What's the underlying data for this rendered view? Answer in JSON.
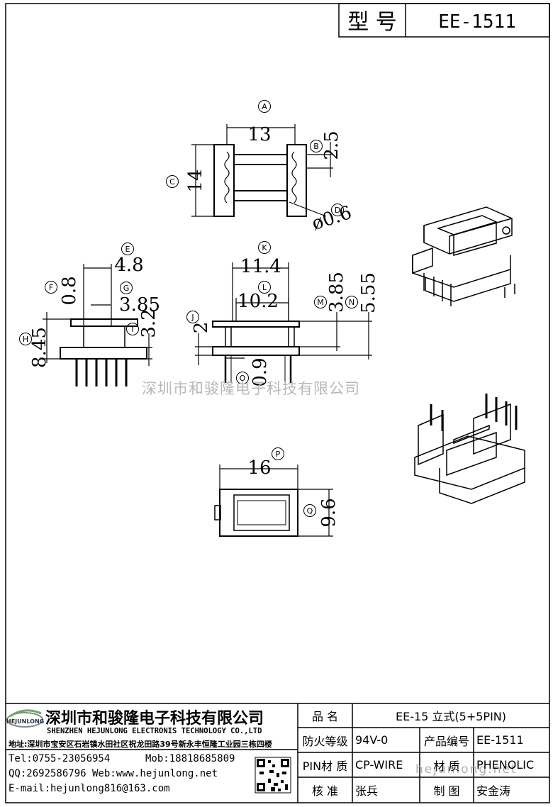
{
  "model_box": {
    "label": "型 号",
    "value": "EE-1511"
  },
  "watermark": "深圳市和骏隆电子科技有限公司",
  "watermark_bottom": "hejunlong.net",
  "dimensions": [
    {
      "id": "A",
      "value": "13"
    },
    {
      "id": "B",
      "value": "2.5"
    },
    {
      "id": "C",
      "value": "14"
    },
    {
      "id": "D",
      "value": "ø0.6"
    },
    {
      "id": "E",
      "value": "4.8"
    },
    {
      "id": "F",
      "value": "0.8"
    },
    {
      "id": "G",
      "value": "3.85"
    },
    {
      "id": "H",
      "value": "8.45"
    },
    {
      "id": "I",
      "value": "3.2"
    },
    {
      "id": "J",
      "value": "2"
    },
    {
      "id": "K",
      "value": "11.4"
    },
    {
      "id": "L",
      "value": "10.2"
    },
    {
      "id": "M",
      "value": "3.85"
    },
    {
      "id": "N",
      "value": "5.55"
    },
    {
      "id": "O",
      "value": "0.9"
    },
    {
      "id": "P",
      "value": "16"
    },
    {
      "id": "Q",
      "value": "9.6"
    }
  ],
  "company": {
    "name_cn": "深圳市和骏隆电子科技有限公司",
    "name_en": "SHENZHEN HEJUNLONG ELECTRONIS TECHNOLOGY CO.,LTD",
    "address": "地址:深圳市宝安区石岩镇水田社区祝龙田路39号新永丰恒隆工业园三栋四楼",
    "tel": "Tel:0755-23056954",
    "mob": "Mob:18818685809",
    "qq_web": "QQ:2692586796 Web:www.hejunlong.net",
    "email": "E-mail:hejunlong816@163.com",
    "logo_text": "HEJUNLONG"
  },
  "spec_table": {
    "product_name_label": "品 名",
    "product_name_value": "EE-15 立式(5+5PIN)",
    "fire_rating_label": "防火等级",
    "fire_rating_value": "94V-0",
    "product_code_label": "产品编号",
    "product_code_value": "EE-1511",
    "pin_material_label": "PIN材 质",
    "pin_material_value": "CP-WIRE",
    "material_label": "材 质",
    "material_value": "PHENOLIC",
    "checker_label": "核 准",
    "checker_value": "张兵",
    "drafter_label": "制 图",
    "drafter_value": "安金涛"
  }
}
